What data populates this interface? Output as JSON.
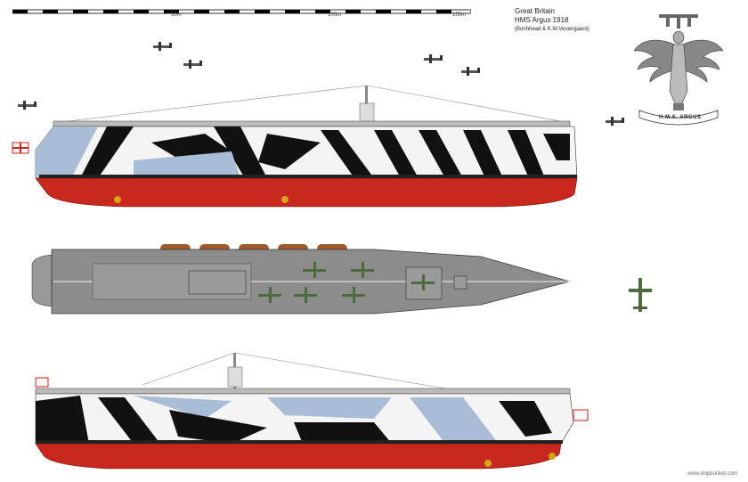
{
  "scale": {
    "labels": [
      "50m",
      "100m",
      "150m"
    ]
  },
  "header": {
    "country": "Great Britain",
    "ship": "HMS  Argus 1918",
    "authors": "(Bonhhead & K.W.Vestergaard)"
  },
  "emblem": {
    "ribbon_text": "H.M.S. ARGUS"
  },
  "credit": "www.shipbucket.com",
  "colors": {
    "hull_red": "#c8281e",
    "dazzle_black": "#111111",
    "dazzle_white": "#f4f4f4",
    "dazzle_blue": "#a9bcd6",
    "deck_grey": "#8c8c8c",
    "aircraft_green": "#4d6b3c"
  }
}
